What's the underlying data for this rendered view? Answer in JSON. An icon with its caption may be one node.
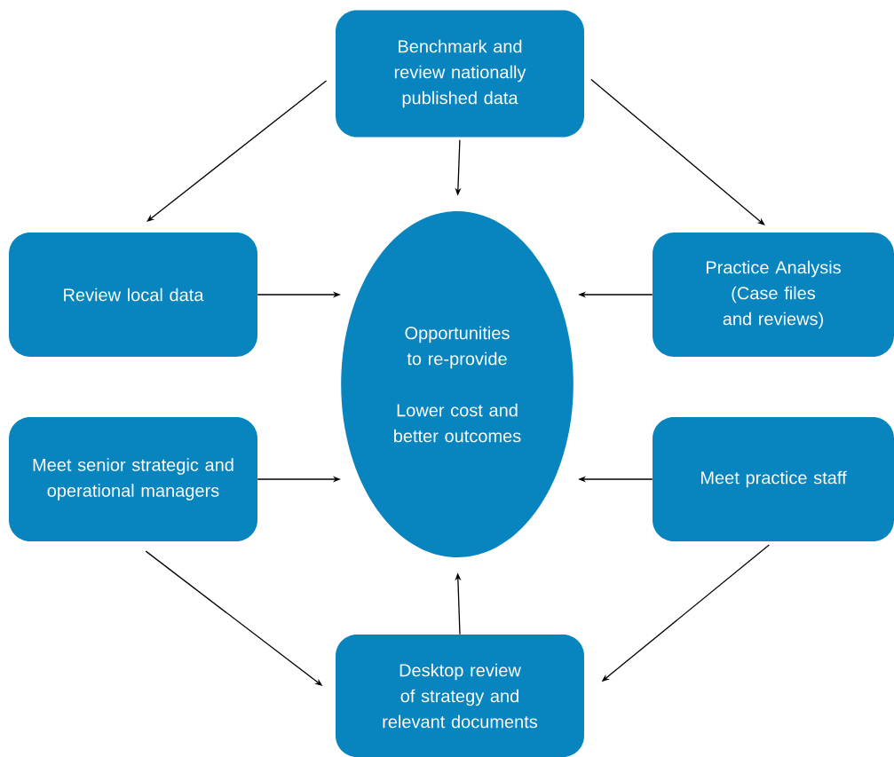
{
  "diagram": {
    "nodes": [
      {
        "text": [
          "Benchmark and review nationally published data"
        ]
      },
      {
        "text": [
          "Review local data"
        ]
      },
      {
        "text": [
          "Practice Analysis (Case files and reviews)"
        ]
      },
      {
        "text": [
          "Opportunities to re-provide",
          "Lower cost and better outcomes"
        ]
      },
      {
        "text": [
          "Meet senior strategic and operational managers"
        ]
      },
      {
        "text": [
          "Meet practice staff"
        ]
      },
      {
        "text": [
          "Desktop review of strategy and relevant documents"
        ]
      }
    ],
    "edges": [
      {
        "from": 0,
        "to": 1,
        "arrow": "to"
      },
      {
        "from": 0,
        "to": 3,
        "arrow": "to"
      },
      {
        "from": 0,
        "to": 2,
        "arrow": "to"
      },
      {
        "from": 1,
        "to": 3,
        "arrow": "to"
      },
      {
        "from": 2,
        "to": 3,
        "arrow": "to"
      },
      {
        "from": 4,
        "to": 3,
        "arrow": "to"
      },
      {
        "from": 5,
        "to": 3,
        "arrow": "to"
      },
      {
        "from": 4,
        "to": 6,
        "arrow": "to"
      },
      {
        "from": 5,
        "to": 6,
        "arrow": "to"
      },
      {
        "from": 6,
        "to": 3,
        "arrow": "to"
      }
    ]
  }
}
